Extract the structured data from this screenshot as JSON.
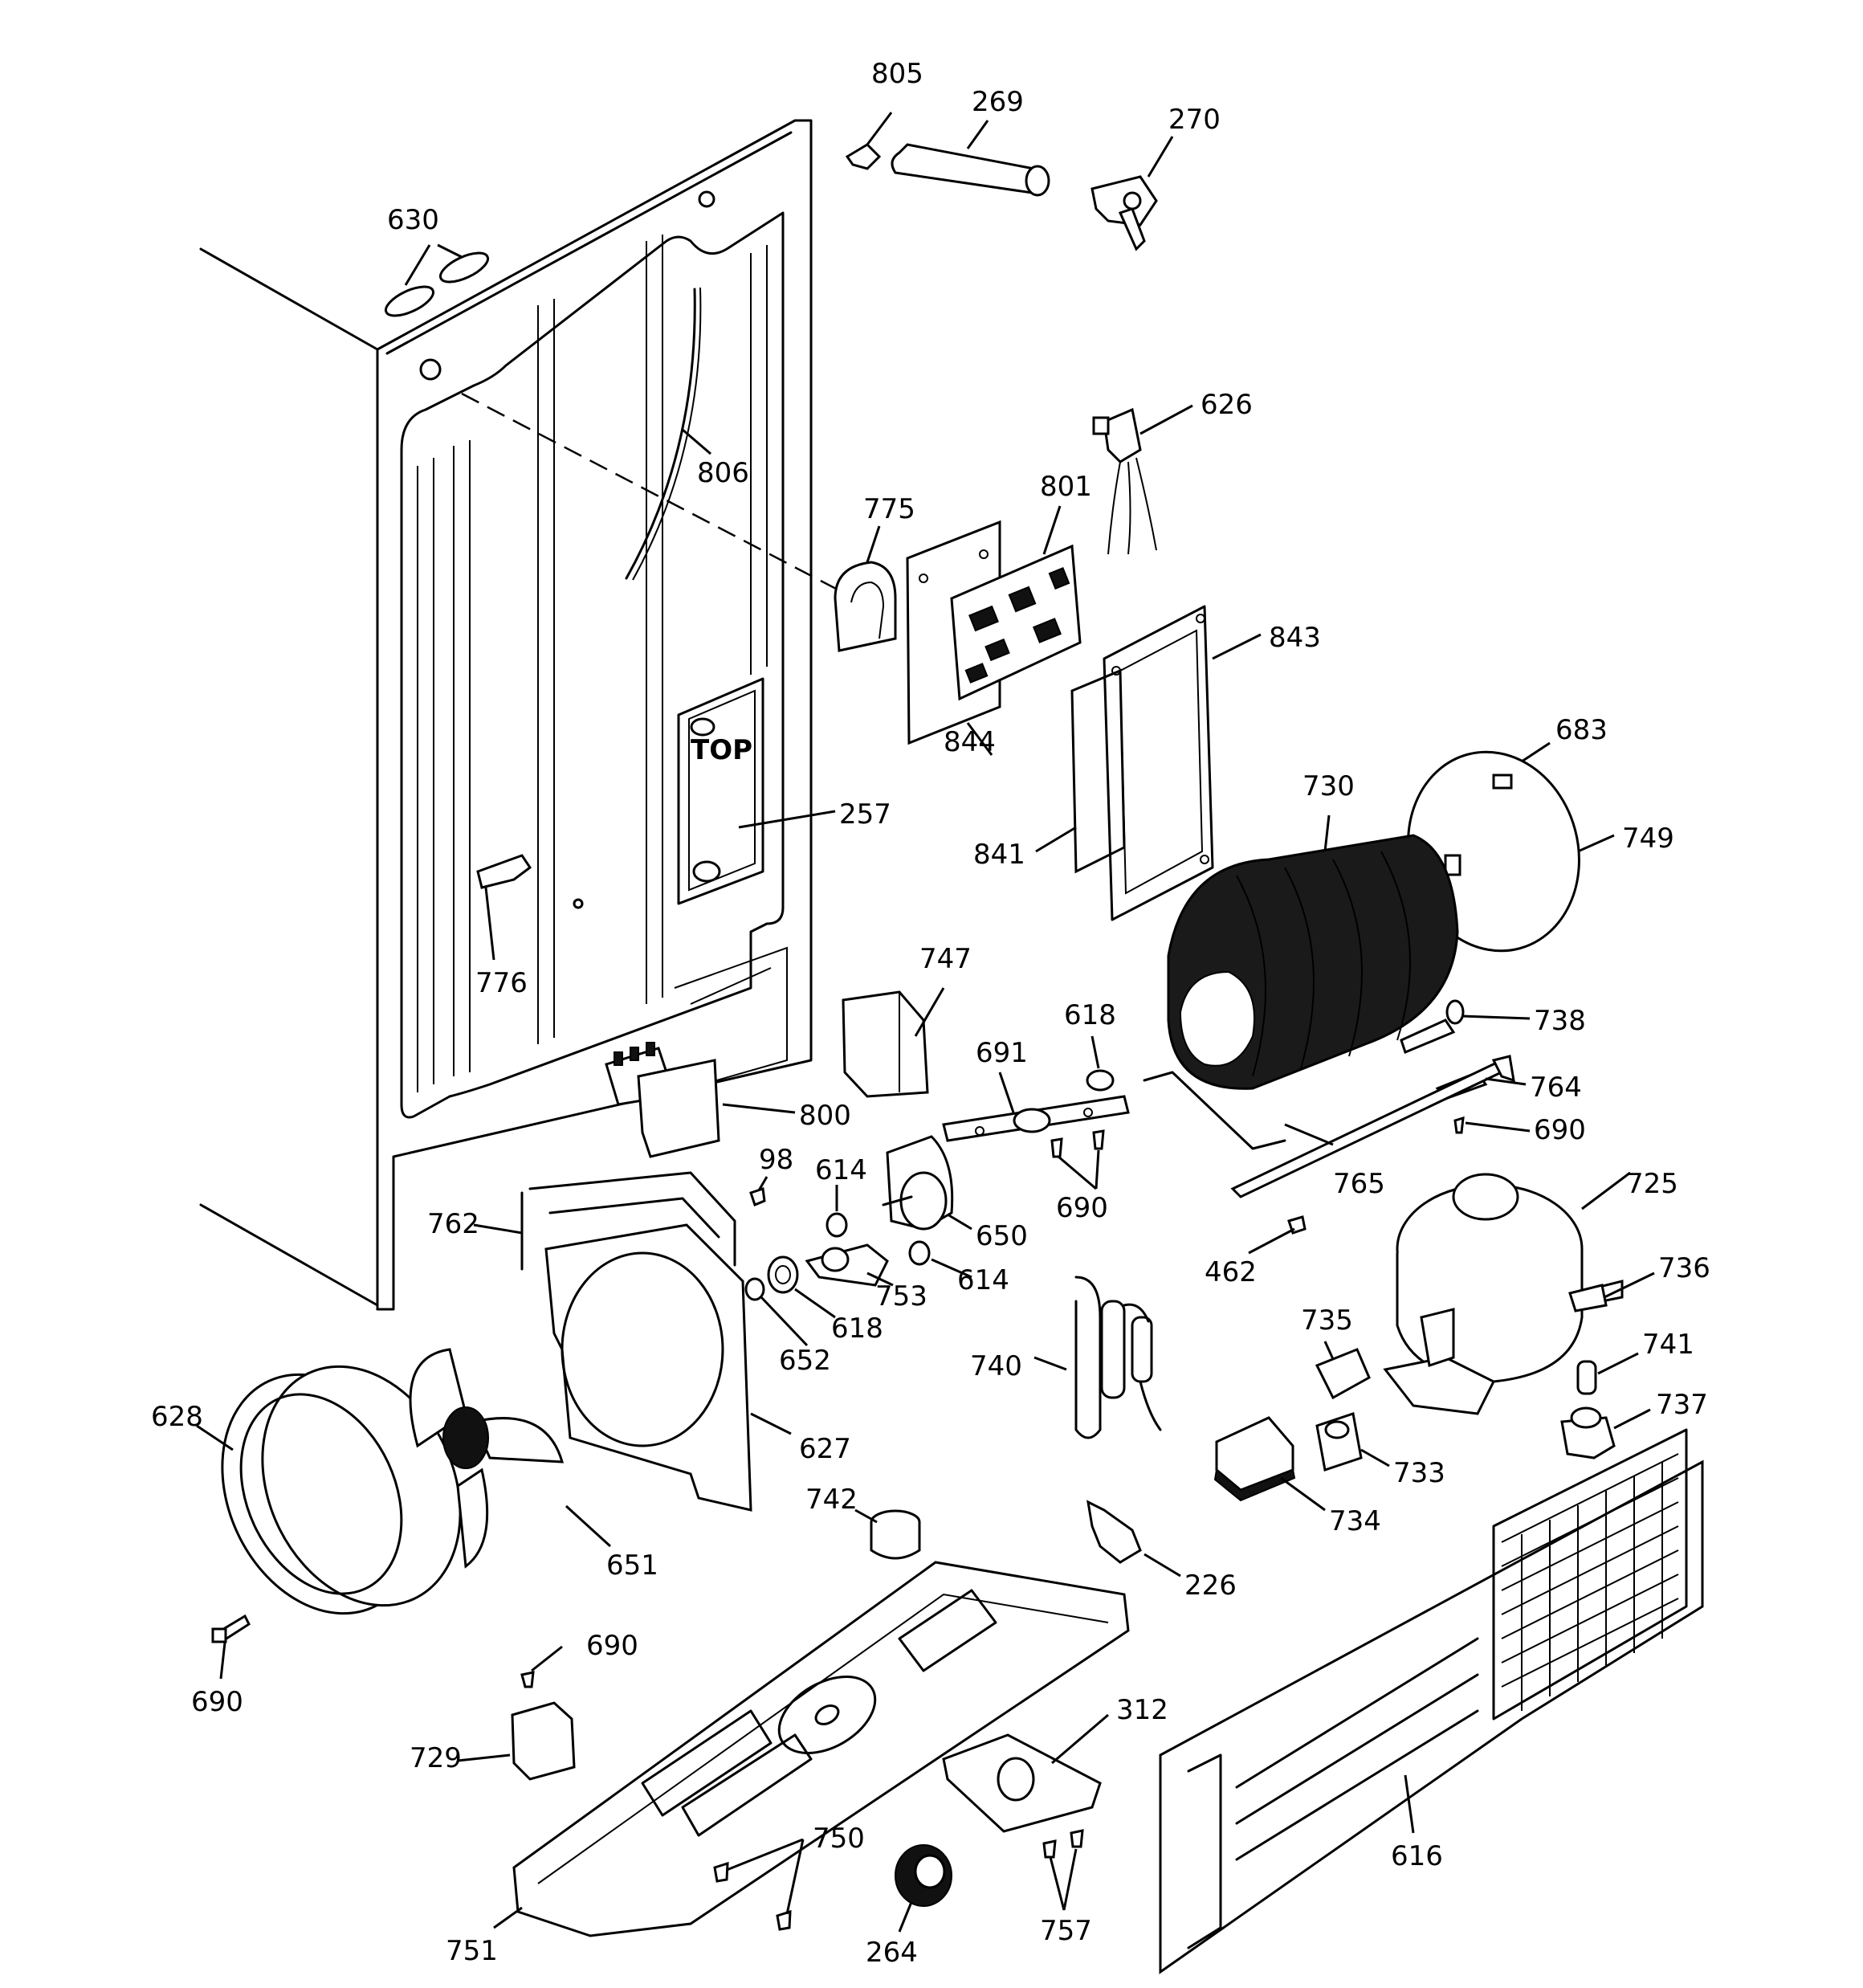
{
  "labels": [
    {
      "id": "805",
      "text": "805"
    },
    {
      "id": "269",
      "text": "269"
    },
    {
      "id": "270",
      "text": "270"
    },
    {
      "id": "630",
      "text": "630"
    },
    {
      "id": "806",
      "text": "806"
    },
    {
      "id": "626",
      "text": "626"
    },
    {
      "id": "801",
      "text": "801"
    },
    {
      "id": "775",
      "text": "775"
    },
    {
      "id": "843",
      "text": "843"
    },
    {
      "id": "844",
      "text": "844"
    },
    {
      "id": "683",
      "text": "683"
    },
    {
      "id": "257",
      "text": "257"
    },
    {
      "id": "730",
      "text": "730"
    },
    {
      "id": "749",
      "text": "749"
    },
    {
      "id": "841",
      "text": "841"
    },
    {
      "id": "776",
      "text": "776"
    },
    {
      "id": "747",
      "text": "747"
    },
    {
      "id": "618a",
      "text": "618"
    },
    {
      "id": "738",
      "text": "738"
    },
    {
      "id": "691",
      "text": "691"
    },
    {
      "id": "764",
      "text": "764"
    },
    {
      "id": "800",
      "text": "800"
    },
    {
      "id": "690a",
      "text": "690"
    },
    {
      "id": "98",
      "text": "98"
    },
    {
      "id": "614a",
      "text": "614"
    },
    {
      "id": "690b",
      "text": "690"
    },
    {
      "id": "765",
      "text": "765"
    },
    {
      "id": "725",
      "text": "725"
    },
    {
      "id": "762",
      "text": "762"
    },
    {
      "id": "650",
      "text": "650"
    },
    {
      "id": "462",
      "text": "462"
    },
    {
      "id": "614b",
      "text": "614"
    },
    {
      "id": "736",
      "text": "736"
    },
    {
      "id": "753",
      "text": "753"
    },
    {
      "id": "618b",
      "text": "618"
    },
    {
      "id": "735",
      "text": "735"
    },
    {
      "id": "652",
      "text": "652"
    },
    {
      "id": "740",
      "text": "740"
    },
    {
      "id": "741",
      "text": "741"
    },
    {
      "id": "628",
      "text": "628"
    },
    {
      "id": "737",
      "text": "737"
    },
    {
      "id": "627",
      "text": "627"
    },
    {
      "id": "733",
      "text": "733"
    },
    {
      "id": "742",
      "text": "742"
    },
    {
      "id": "734",
      "text": "734"
    },
    {
      "id": "651",
      "text": "651"
    },
    {
      "id": "226",
      "text": "226"
    },
    {
      "id": "690c",
      "text": "690"
    },
    {
      "id": "690d",
      "text": "690"
    },
    {
      "id": "312",
      "text": "312"
    },
    {
      "id": "729",
      "text": "729"
    },
    {
      "id": "750",
      "text": "750"
    },
    {
      "id": "616",
      "text": "616"
    },
    {
      "id": "751",
      "text": "751"
    },
    {
      "id": "264",
      "text": "264"
    },
    {
      "id": "757",
      "text": "757"
    }
  ],
  "panel_marking": "TOP"
}
